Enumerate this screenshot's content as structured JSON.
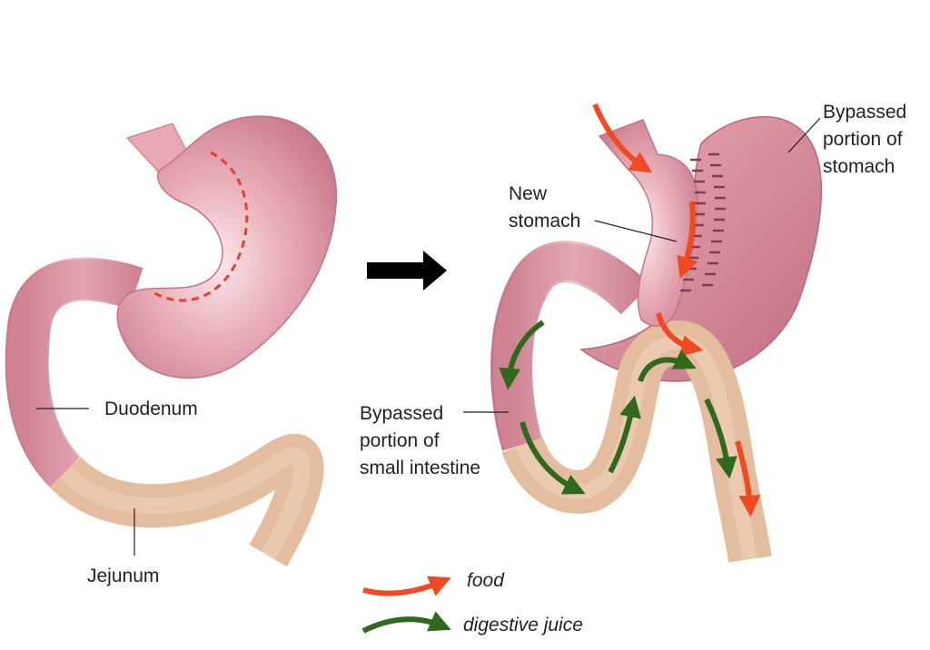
{
  "labels": {
    "duodenum": "Duodenum",
    "jejunum": "Jejunum",
    "new_stomach": [
      "New",
      "stomach"
    ],
    "bypassed_stomach": [
      "Bypassed",
      "portion of",
      "stomach"
    ],
    "bypassed_intestine": [
      "Bypassed",
      "portion of",
      "small intestine"
    ]
  },
  "legend": {
    "food": "food",
    "digestive_juice": "digestive juice"
  },
  "colors": {
    "stomach": "#d98a98",
    "stomach_light": "#f7dde2",
    "stomach_dark": "#b96575",
    "intestine": "#e6bfa2",
    "intestine_dark": "#c99c7d",
    "food_arrow": "#f04a23",
    "juice_arrow": "#2f6a1c",
    "transition_arrow": "#000000",
    "staples": "#8a3a46"
  }
}
